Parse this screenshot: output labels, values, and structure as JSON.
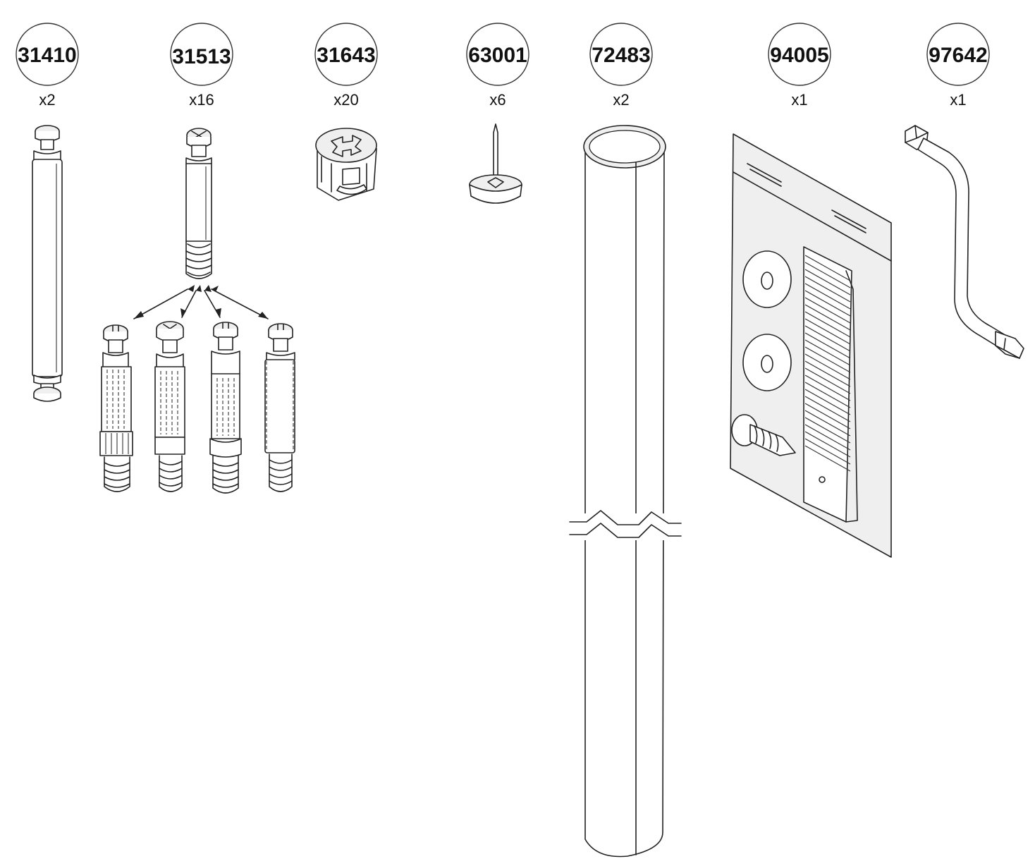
{
  "parts": [
    {
      "id": "31410",
      "qty": "x2"
    },
    {
      "id": "31513",
      "qty": "x16"
    },
    {
      "id": "31643",
      "qty": "x20"
    },
    {
      "id": "63001",
      "qty": "x6"
    },
    {
      "id": "72483",
      "qty": "x2"
    },
    {
      "id": "94005",
      "qty": "x1"
    },
    {
      "id": "97642",
      "qty": "x1"
    }
  ]
}
